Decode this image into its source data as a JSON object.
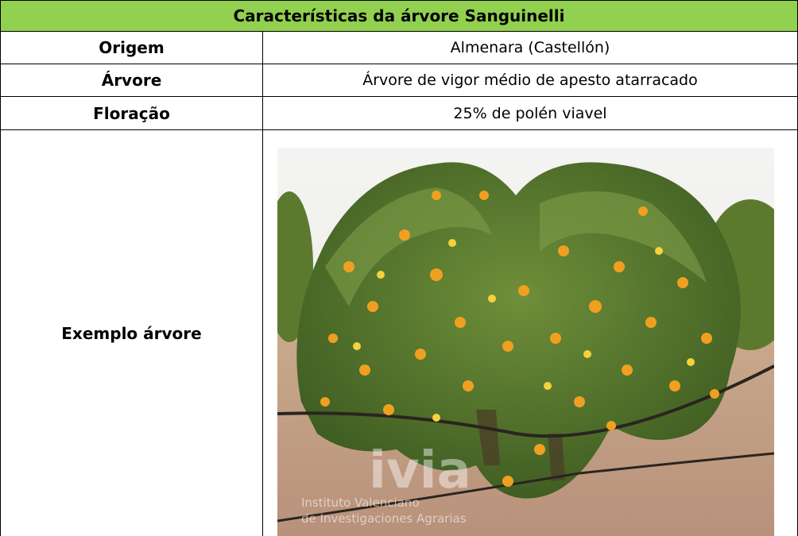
{
  "table": {
    "title": "Características da árvore Sanguinelli",
    "rows": [
      {
        "label": "Origem",
        "value": "Almenara (Castellón)"
      },
      {
        "label": "Árvore",
        "value": "Árvore de vigor médio de apesto atarracado"
      },
      {
        "label": "Floração",
        "value": "25% de polén viavel"
      },
      {
        "label": "Exemplo árvore"
      }
    ],
    "header_color": "#92d050"
  },
  "photo": {
    "watermark_logo": "ivia",
    "watermark_line1": "Instituto Valenciano",
    "watermark_line2": "de Investigaciones Agrarias"
  }
}
